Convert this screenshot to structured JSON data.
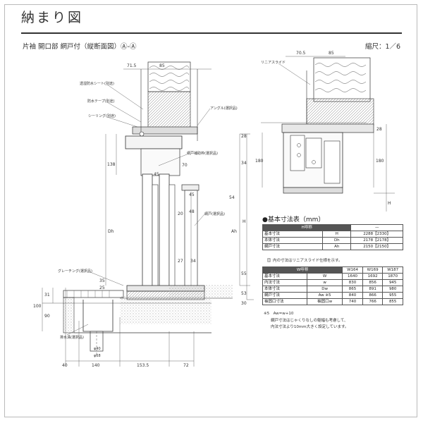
{
  "header": {
    "title": "納まり図",
    "subtitle": "片袖 開口部 網戸付（縦断面図）Ⓐ-Ⓐ",
    "scale": "縮尺：1／6"
  },
  "labels": {
    "sheet": "透湿防水シート(別途)",
    "tape": "防水テープ(別途)",
    "sealing": "シーリング(別途)",
    "angle": "アングル(選択品)",
    "screen_frame": "網戸補助枠(選択品)",
    "screen": "網戸(選択品)",
    "grating": "グレーチング(選択品)",
    "drain": "排水溝(選択品)",
    "linear_slide": "リニアスライド",
    "pipe_40": "φ40",
    "pipe_68": "φ68"
  },
  "dims": {
    "d715": "71.5",
    "d85": "85",
    "d705": "70.5",
    "d85b": "85",
    "d138": "138",
    "d70": "70",
    "d45": "45",
    "d48": "48",
    "d20": "20",
    "d54": "54",
    "d27": "27",
    "d34": "34",
    "d35": "35",
    "d25": "25",
    "d100": "100",
    "d90": "90",
    "d55": "55",
    "d53": "53",
    "d30": "30",
    "d31": "31",
    "d28": "28",
    "d40": "40",
    "d140": "140",
    "d1535": "153.5",
    "d72": "72",
    "d180": "180",
    "d180b": "180",
    "d28b": "28",
    "Dh": "Dh",
    "Ah": "Ah",
    "H": "H",
    "H2": "H"
  },
  "table1": {
    "title": "●基本寸法表（mm）",
    "header": [
      "H呼称",
      "",
      "—"
    ],
    "rows": [
      [
        "基本寸法",
        "H",
        "2288【2330】"
      ],
      [
        "本体寸法",
        "Dh",
        "2178【2178】"
      ],
      [
        "網戸寸法",
        "Ah",
        "2150【2150】"
      ]
    ],
    "note": "【】内の寸法はリニアスライド仕様を示す。"
  },
  "table2": {
    "header": [
      "W呼称",
      "",
      "W164",
      "W169",
      "W187"
    ],
    "rows": [
      [
        "基本寸法",
        "W",
        "1640",
        "1692",
        "1870"
      ],
      [
        "内法寸法",
        "w",
        "830",
        "856",
        "945"
      ],
      [
        "本体寸法",
        "Dw",
        "865",
        "891",
        "980"
      ],
      [
        "網戸寸法",
        "Aw ※5",
        "840",
        "866",
        "955"
      ],
      [
        "袖固口寸法",
        "袖固口w",
        "740",
        "766",
        "855"
      ]
    ]
  },
  "notes": {
    "n1": "※5　Aw=w+10",
    "n2": "網戸寸法はじゃくりなしの躯幅も考慮して、",
    "n3": "内法寸法より10mm大きく設定しています。"
  }
}
